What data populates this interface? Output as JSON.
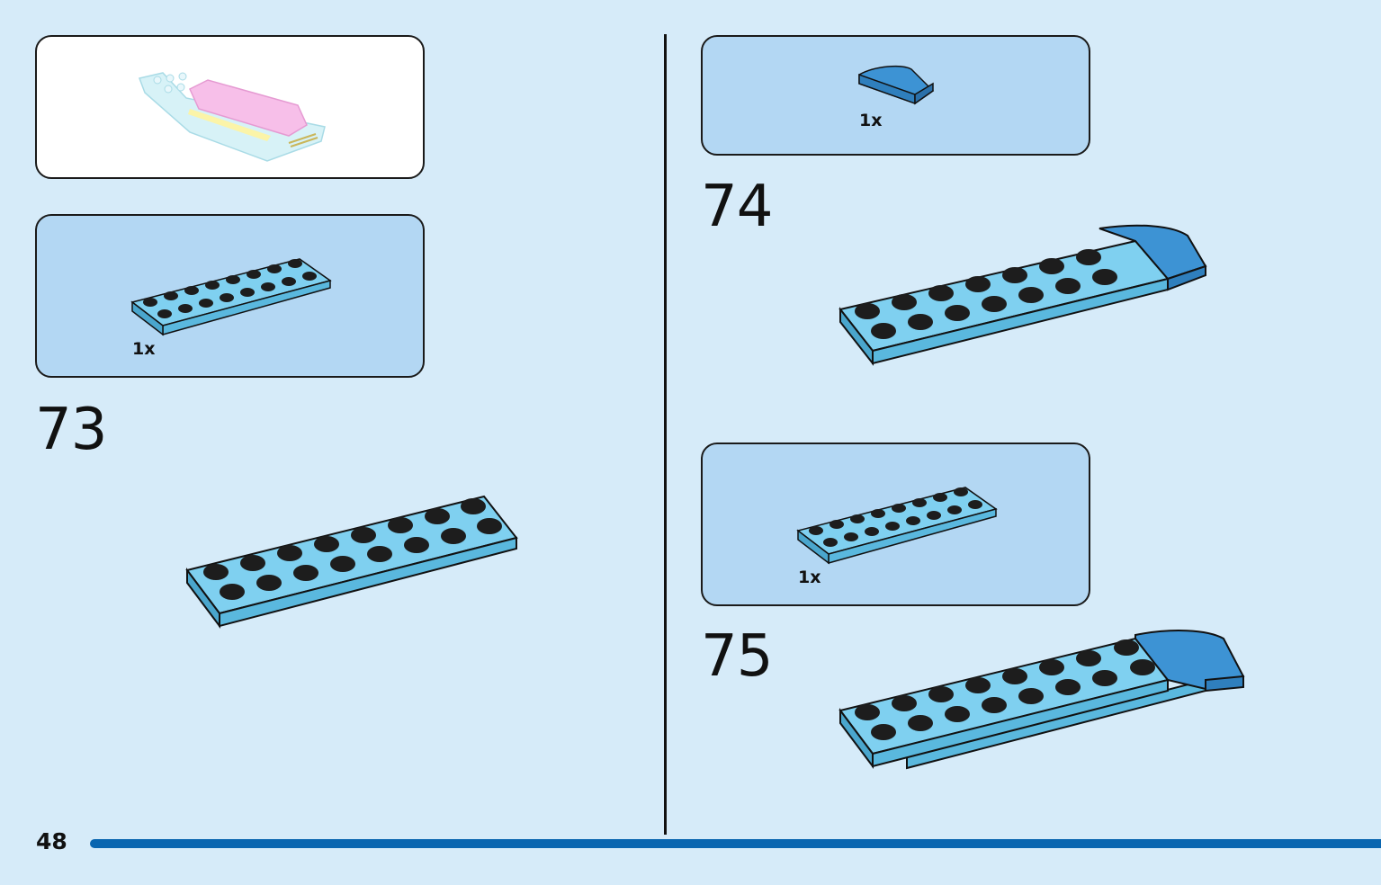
{
  "page": {
    "number": "48"
  },
  "colors": {
    "background": "#d6ebf9",
    "parts_box": "#b3d7f3",
    "brick_medium_azure": "#6cc4ea",
    "brick_blue_slope": "#3d93d4",
    "progress_bar": "#0a66b0"
  },
  "left_column": {
    "sub_assembly_callout": {
      "icon": "sub-assembly-icon"
    },
    "parts_box_73": {
      "quantity": "1x",
      "part_icon": "plate-2x8-icon"
    },
    "step_73": {
      "number": "73",
      "build_icon": "plate-2x8-icon"
    }
  },
  "right_column": {
    "parts_box_74": {
      "quantity": "1x",
      "part_icon": "curved-slope-icon"
    },
    "step_74": {
      "number": "74",
      "build_icon": "plate-with-slope-icon"
    },
    "parts_box_75": {
      "quantity": "1x",
      "part_icon": "plate-2x8-icon"
    },
    "step_75": {
      "number": "75",
      "build_icon": "stacked-plates-with-slope-icon"
    }
  }
}
